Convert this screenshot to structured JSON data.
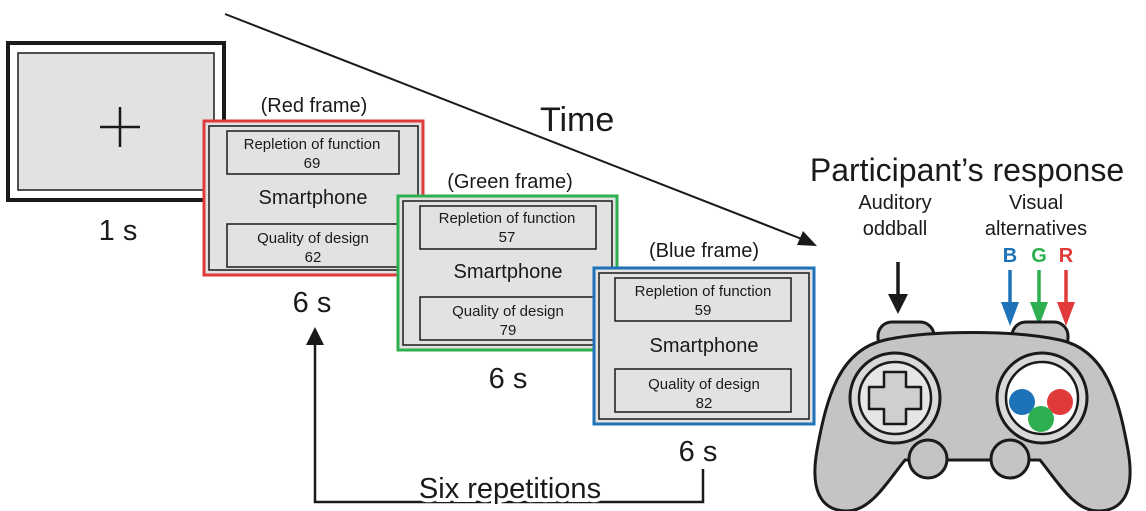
{
  "time_label": "Time",
  "fixation": {
    "symbol": "+",
    "duration": "1 s"
  },
  "screens": [
    {
      "frame_label": "(Red frame)",
      "frame_color": "#e03a3a",
      "top_attribute": {
        "name": "Repletion of function",
        "value": "69"
      },
      "product": "Smartphone",
      "bottom_attribute": {
        "name": "Quality of design",
        "value": "62"
      },
      "duration": "6 s"
    },
    {
      "frame_label": "(Green frame)",
      "frame_color": "#2fb050",
      "top_attribute": {
        "name": "Repletion of function",
        "value": "57"
      },
      "product": "Smartphone",
      "bottom_attribute": {
        "name": "Quality of design",
        "value": "79"
      },
      "duration": "6 s"
    },
    {
      "frame_label": "(Blue frame)",
      "frame_color": "#1e73b8",
      "top_attribute": {
        "name": "Repletion of function",
        "value": "59"
      },
      "product": "Smartphone",
      "bottom_attribute": {
        "name": "Quality of design",
        "value": "82"
      },
      "duration": "6 s"
    }
  ],
  "repetitions_label": "Six repetitions",
  "response": {
    "title": "Participant’s response",
    "auditory": {
      "line1": "Auditory",
      "line2": "oddball"
    },
    "visual": {
      "line1": "Visual",
      "line2": "alternatives"
    },
    "buttons": [
      {
        "letter": "B",
        "color": "#1e73b8"
      },
      {
        "letter": "G",
        "color": "#2fb050"
      },
      {
        "letter": "R",
        "color": "#e03a3a"
      }
    ]
  },
  "colors": {
    "screen_fill": "#e2e2e2",
    "controller_fill": "#c4c4c4",
    "ink": "#1a1a1a"
  }
}
